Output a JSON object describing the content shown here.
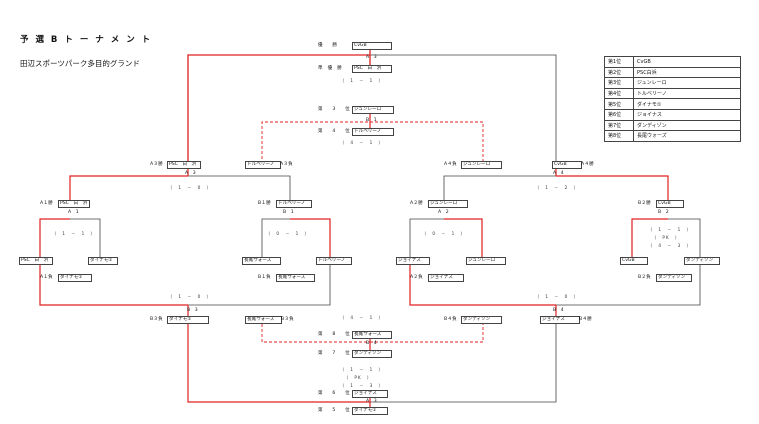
{
  "header": {
    "title": "予 選 B ト ー ナ メ ン ト",
    "venue": "田辺スポーツパーク多目的グランド"
  },
  "ranking": [
    {
      "place": "第1位",
      "team": "CvGB"
    },
    {
      "place": "第2位",
      "team": "PSC白浜"
    },
    {
      "place": "第3位",
      "team": "ジュンレーロ"
    },
    {
      "place": "第4位",
      "team": "トルベリーノ"
    },
    {
      "place": "第5位",
      "team": "ダイナモ①"
    },
    {
      "place": "第6位",
      "team": "ジョイナス"
    },
    {
      "place": "第7位",
      "team": "ダンディゾン"
    },
    {
      "place": "第8位",
      "team": "長尾ウォーズ"
    }
  ],
  "final": {
    "win_label": "優　　勝",
    "win_team": "CvGB",
    "lose_label": "準　優　勝",
    "lose_team": "PSC　白　浜",
    "marker": "A　3",
    "score": "（　1　－　1　）"
  },
  "third": {
    "label3": "第　　3　　位",
    "team3": "ジュンレーロ",
    "label4": "第　　4　　位",
    "team4": "トルベリーノ",
    "marker": "B　1",
    "score": "（　4　－　1　）"
  },
  "seventh": {
    "label8": "第　　8　　位",
    "team8": "長尾ウォーズ",
    "label7": "第　　7　　位",
    "team7": "ダンディゾン",
    "marker": "B　4",
    "score": "（　4　－　1　）"
  },
  "fifth": {
    "label6": "第　　6　　位",
    "team6": "ジョイナス",
    "label5": "第　　5　　位",
    "team5": "ダイナモ①",
    "marker": "A　3",
    "score_line1": "（　1　－　1　）",
    "score_line2": "（　PK　）",
    "score_line3": "（　1　－　3　）"
  },
  "semis": {
    "a3": {
      "left_label": "A３勝",
      "left_team": "PSC　白　浜",
      "right_team": "トルベリーノ",
      "right_label": "A３負",
      "marker": "A　3",
      "score": "（　1　－　0　）"
    },
    "a4": {
      "left_label": "A４負",
      "left_team": "ジュンレーロ",
      "right_team": "CvGB",
      "right_label": "A４勝",
      "marker": "A　4",
      "score": "（　1　－　2　）"
    },
    "b3": {
      "left_label": "B３負",
      "left_team": "ダイナモ①",
      "right_team": "長尾ウォーズ",
      "right_label": "B３負",
      "marker": "B　3",
      "score": "（　1　－　0　）"
    },
    "b4": {
      "left_label": "B４負",
      "left_team": "ダンディゾン",
      "right_team": "ジョイナス",
      "right_label": "B４勝",
      "marker": "B　4",
      "score": "（　1　－　0　）"
    }
  },
  "round1": {
    "a1": {
      "win_label": "A１勝",
      "win_team": "PSC　白　浜",
      "lose_label": "A１負",
      "lose_team": "ダイナモ①",
      "marker": "A　1",
      "score": "（　1　－　1　）",
      "t1": "PSC　白　浜",
      "t2": "ダイナモ①"
    },
    "b1": {
      "win_label": "B１勝",
      "win_team": "トルベリーノ",
      "lose_label": "B１負",
      "lose_team": "長尾ウォーズ",
      "marker": "B　1",
      "score": "（　0　－　1　）",
      "t1": "長尾ウォーズ",
      "t2": "トルベリーノ"
    },
    "a2": {
      "win_label": "A２勝",
      "win_team": "ジュンレーロ",
      "lose_label": "A２負",
      "lose_team": "ジョイナス",
      "marker": "A　2",
      "score": "（　0　－　1　）",
      "t1": "ジョイナス",
      "t2": "ジュンレーロ"
    },
    "b2": {
      "win_label": "B２勝",
      "win_team": "CvGB",
      "lose_label": "B２負",
      "lose_team": "ダンディゾン",
      "marker": "B　2",
      "score_line1": "（　1　－　1　）",
      "score_line2": "（　PK　）",
      "score_line3": "（　4　－　3　）",
      "t1": "CvGB",
      "t2": "ダンディゾン"
    }
  },
  "colors": {
    "win": "#e02020",
    "line": "#444444"
  }
}
